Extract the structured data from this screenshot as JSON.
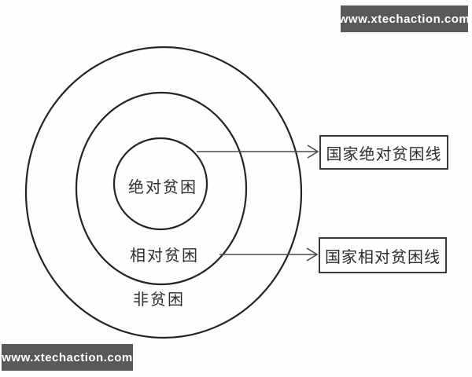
{
  "watermark": {
    "text": "www.xtechaction.com",
    "bg_color": "#595959",
    "text_color": "#ffffff"
  },
  "diagram": {
    "stroke_color": "#242424",
    "rings": [
      {
        "id": "inner",
        "label": "绝对贫困"
      },
      {
        "id": "middle",
        "label": "相对贫困"
      },
      {
        "id": "outer",
        "label": "非贫困"
      }
    ],
    "callouts": [
      {
        "id": "absolute",
        "label": "国家绝对贫困线",
        "points_to": "inner"
      },
      {
        "id": "relative",
        "label": "国家相对贫困线",
        "points_to": "middle"
      }
    ]
  }
}
